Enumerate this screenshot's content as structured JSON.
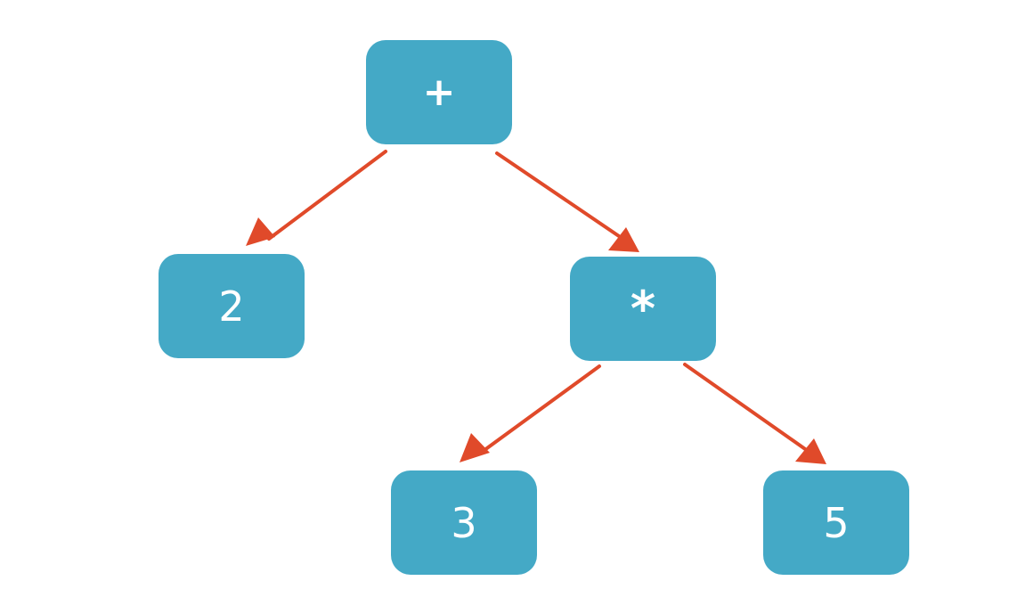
{
  "tree": {
    "root": {
      "label": "+"
    },
    "left_leaf": {
      "label": "2"
    },
    "operator": {
      "label": "*"
    },
    "operator_left": {
      "label": "3"
    },
    "operator_right": {
      "label": "5"
    }
  },
  "colors": {
    "node_fill": "#44a9c6",
    "node_text": "#ffffff",
    "edge": "#e04a2a",
    "background": "#ffffff"
  }
}
